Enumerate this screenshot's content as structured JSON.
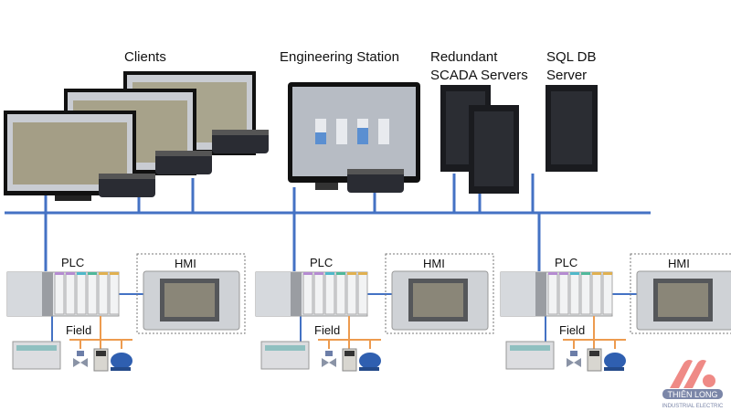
{
  "labels": {
    "clients": "Clients",
    "engineering_station": "Engineering Station",
    "scada_line1": "Redundant",
    "scada_line2": "SCADA Servers",
    "sql_line1": "SQL DB",
    "sql_line2": "Server"
  },
  "plc_groups": [
    {
      "plc": "PLC",
      "hmi": "HMI",
      "field": "Field"
    },
    {
      "plc": "PLC",
      "hmi": "HMI",
      "field": "Field"
    },
    {
      "plc": "PLC",
      "hmi": "HMI",
      "field": "Field"
    }
  ],
  "logo": {
    "name": "THIÊN LONG",
    "tagline": "INDUSTRIAL ELECTRIC"
  },
  "colors": {
    "network": "#4472c4",
    "fieldbus": "#ed9b4f",
    "logo": "#ef8a86"
  }
}
